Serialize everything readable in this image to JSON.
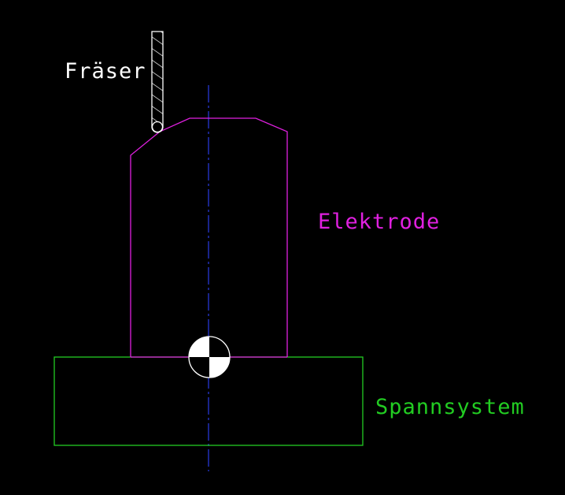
{
  "labels": {
    "cutter": "Fräser",
    "electrode": "Elektrode",
    "clamping_system": "Spannsystem"
  },
  "colors": {
    "background": "#000000",
    "cutter": "#ffffff",
    "electrode": "#e020e0",
    "clamping_system": "#22cc22",
    "center_axis": "#2a3ce6",
    "reference_mark": "#ffffff"
  },
  "icons": {
    "reference_mark": "datum-target-icon"
  }
}
